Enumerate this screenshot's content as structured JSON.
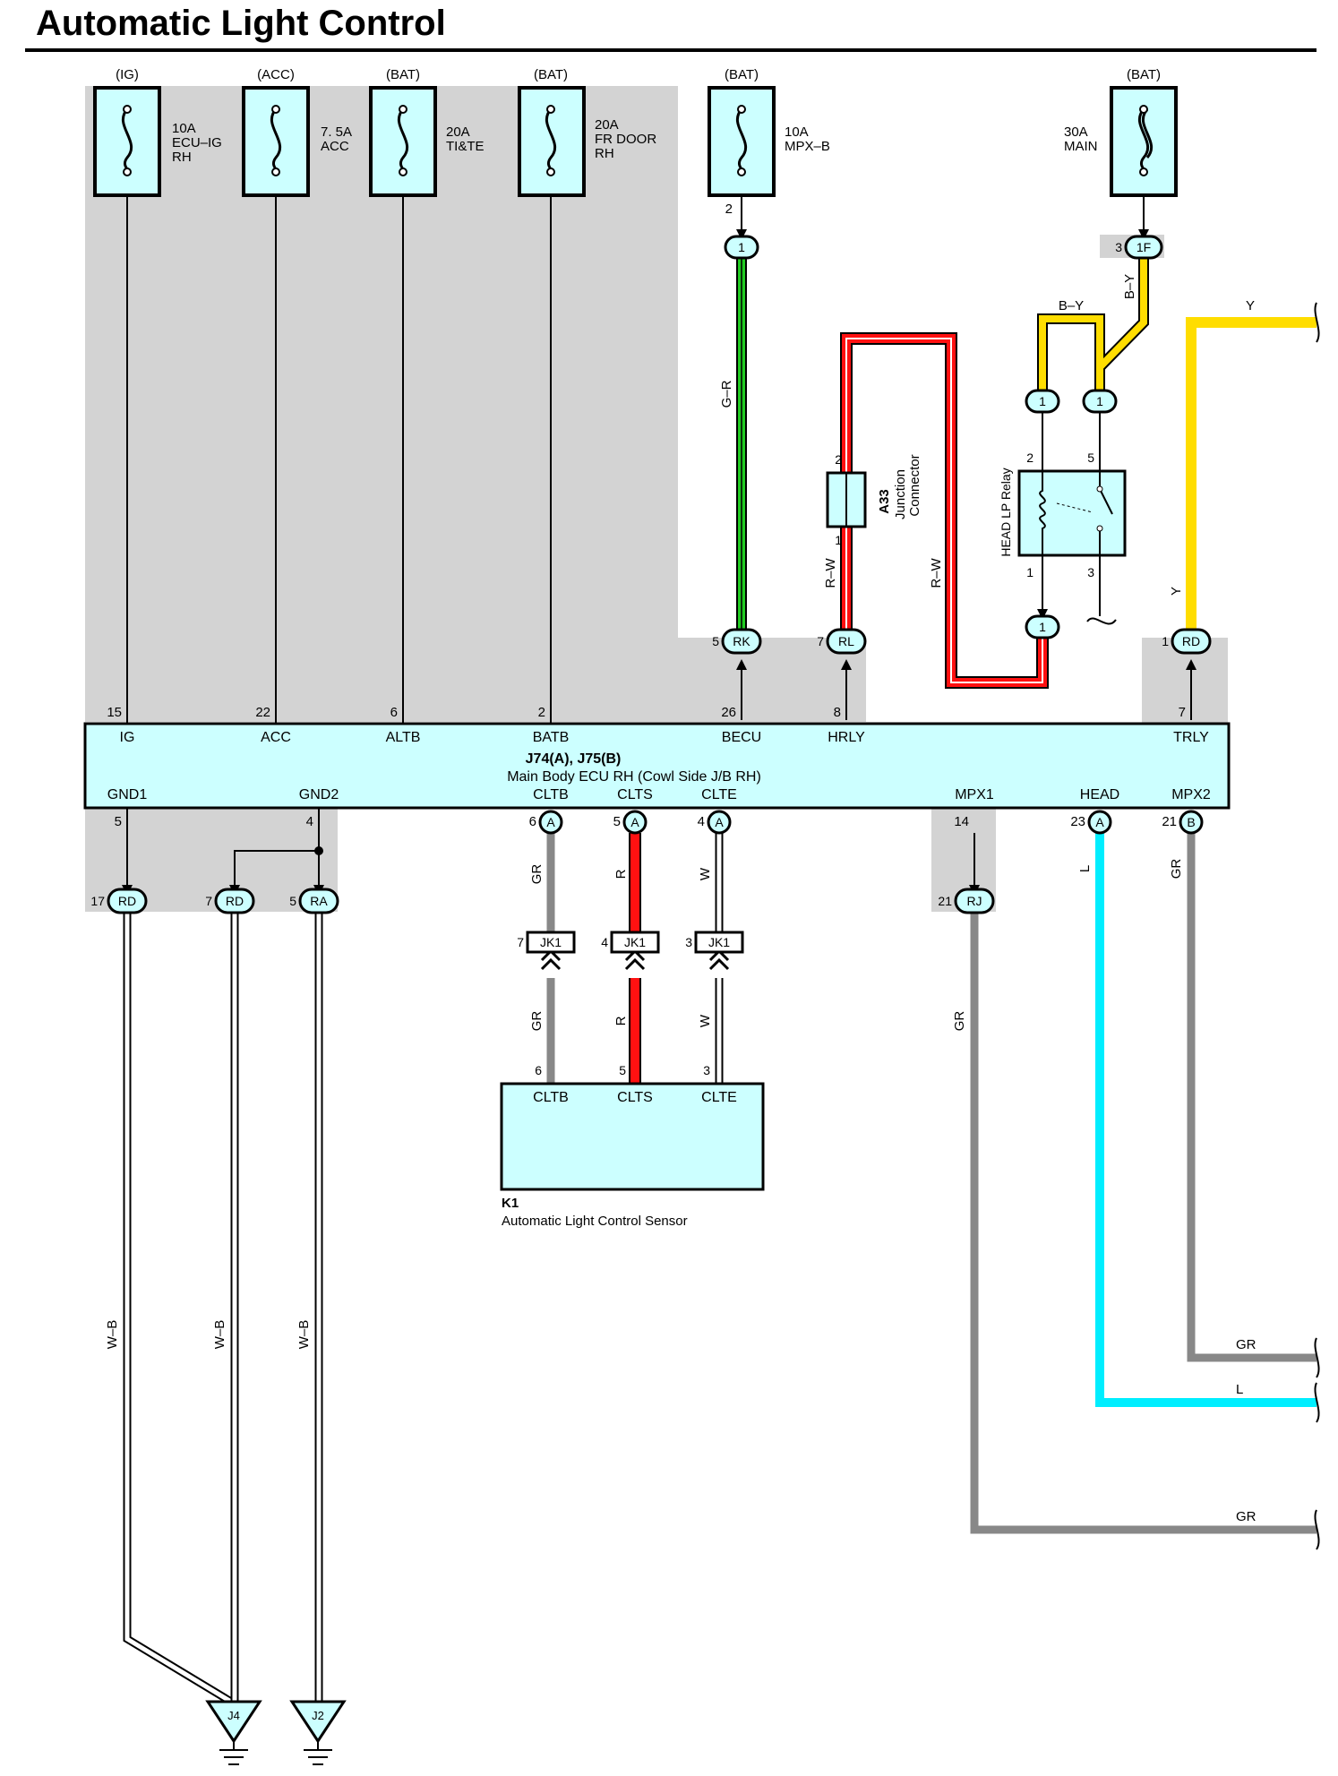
{
  "title": "Automatic Light Control",
  "colors": {
    "shade": "#d3d3d3",
    "box_fill": "#ccffff",
    "green": "#22cc22",
    "red": "#ff1111",
    "yellow": "#ffdd00",
    "cyan": "#00eeff",
    "gray": "#888888",
    "white": "#ffffff"
  },
  "fuses": [
    {
      "id": "ig",
      "supply": "(IG)",
      "lines": [
        "10A",
        "ECU–IG",
        "RH"
      ]
    },
    {
      "id": "acc",
      "supply": "(ACC)",
      "lines": [
        "7. 5A",
        "ACC"
      ]
    },
    {
      "id": "titemp",
      "supply": "(BAT)",
      "lines": [
        "20A",
        "TI&TE"
      ]
    },
    {
      "id": "frdoor",
      "supply": "(BAT)",
      "lines": [
        "20A",
        "FR DOOR",
        "RH"
      ]
    },
    {
      "id": "mpxb",
      "supply": "(BAT)",
      "lines": [
        "10A",
        "MPX–B"
      ]
    },
    {
      "id": "main",
      "supply": "(BAT)",
      "lines": [
        "30A",
        "MAIN"
      ]
    }
  ],
  "ecu": {
    "name": "J74(A), J75(B)",
    "desc": "Main Body ECU RH (Cowl Side J/B RH)",
    "top_terminals": [
      {
        "id": "ig",
        "pin": "15",
        "label": "IG"
      },
      {
        "id": "acc",
        "pin": "22",
        "label": "ACC"
      },
      {
        "id": "altb",
        "pin": "6",
        "label": "ALTB"
      },
      {
        "id": "batb",
        "pin": "2",
        "label": "BATB"
      },
      {
        "id": "becu",
        "pin": "26",
        "label": "BECU"
      },
      {
        "id": "hrly",
        "pin": "8",
        "label": "HRLY"
      },
      {
        "id": "trly",
        "pin": "7",
        "label": "TRLY"
      }
    ],
    "bottom_terminals": [
      {
        "id": "gnd1",
        "pin": "5",
        "label": "GND1",
        "conn": ""
      },
      {
        "id": "gnd2",
        "pin": "4",
        "label": "GND2",
        "conn": ""
      },
      {
        "id": "cltb",
        "pin": "6",
        "label": "CLTB",
        "conn": "A"
      },
      {
        "id": "clts",
        "pin": "5",
        "label": "CLTS",
        "conn": "A"
      },
      {
        "id": "clte",
        "pin": "4",
        "label": "CLTE",
        "conn": "A"
      },
      {
        "id": "mpx1",
        "pin": "14",
        "label": "MPX1",
        "conn": ""
      },
      {
        "id": "head",
        "pin": "23",
        "label": "HEAD",
        "conn": "A"
      },
      {
        "id": "mpx2",
        "pin": "21",
        "label": "MPX2",
        "conn": "B"
      }
    ]
  },
  "connectors": [
    {
      "id": "mpxb-2",
      "pin": "2",
      "code": ""
    },
    {
      "id": "mpxb-1",
      "pin": "",
      "code": "1"
    },
    {
      "id": "main-1f",
      "pin": "3",
      "code": "1F"
    },
    {
      "id": "relay-in2",
      "pin": "",
      "code": "1"
    },
    {
      "id": "relay-in5",
      "pin": "",
      "code": "1"
    },
    {
      "id": "relay-out1",
      "pin": "",
      "code": "1"
    },
    {
      "id": "rk",
      "pin": "5",
      "code": "RK"
    },
    {
      "id": "rl",
      "pin": "7",
      "code": "RL"
    },
    {
      "id": "rd-top",
      "pin": "1",
      "code": "RD"
    },
    {
      "id": "rd-g1",
      "pin": "17",
      "code": "RD"
    },
    {
      "id": "rd-g2",
      "pin": "7",
      "code": "RD"
    },
    {
      "id": "ra",
      "pin": "5",
      "code": "RA"
    },
    {
      "id": "rj",
      "pin": "21",
      "code": "RJ"
    },
    {
      "id": "jk1-a",
      "pin": "7",
      "code": "JK1"
    },
    {
      "id": "jk1-b",
      "pin": "4",
      "code": "JK1"
    },
    {
      "id": "jk1-c",
      "pin": "3",
      "code": "JK1"
    }
  ],
  "junction": {
    "id": "A33",
    "desc": [
      "Junction",
      "Connector"
    ],
    "pin_top": "2",
    "pin_bottom": "1"
  },
  "relay": {
    "label": "HEAD LP Relay",
    "pins": {
      "coil_top": "2",
      "coil_bottom": "1",
      "sw_top": "5",
      "sw_bottom": "3"
    }
  },
  "sensor": {
    "id": "K1",
    "name": "Automatic Light Control Sensor",
    "terminals": [
      {
        "pin": "6",
        "label": "CLTB"
      },
      {
        "pin": "5",
        "label": "CLTS"
      },
      {
        "pin": "3",
        "label": "CLTE"
      }
    ]
  },
  "wire_labels": {
    "g_r": "G–R",
    "r_w_a": "R–W",
    "r_w_b": "R–W",
    "b_y_top": "B–Y",
    "b_y_diag": "B–Y",
    "y_top": "Y",
    "y_side": "Y",
    "gr_cltb": "GR",
    "r_clts": "R",
    "w_clte": "W",
    "gr_cltb2": "GR",
    "r_clts2": "R",
    "w_clte2": "W",
    "l_head": "L",
    "gr_mpx2": "GR",
    "gr_mpx1": "GR",
    "gr_out1": "GR",
    "l_out": "L",
    "gr_out2": "GR",
    "wb_1": "W–B",
    "wb_2": "W–B",
    "wb_3": "W–B"
  },
  "grounds": [
    {
      "id": "J4"
    },
    {
      "id": "J2"
    }
  ]
}
